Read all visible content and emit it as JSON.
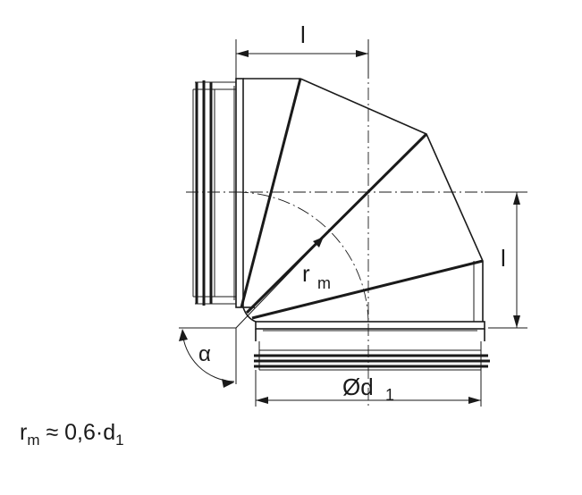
{
  "labels": {
    "length_top": "l",
    "length_right": "l",
    "radius_main": "r",
    "radius_sub": "m",
    "angle": "α",
    "diameter_main": "Ød",
    "diameter_sub": "1"
  },
  "formula": {
    "r": "r",
    "r_sub": "m",
    "approx": " ≈ 0,6·d",
    "d_sub": "1"
  }
}
